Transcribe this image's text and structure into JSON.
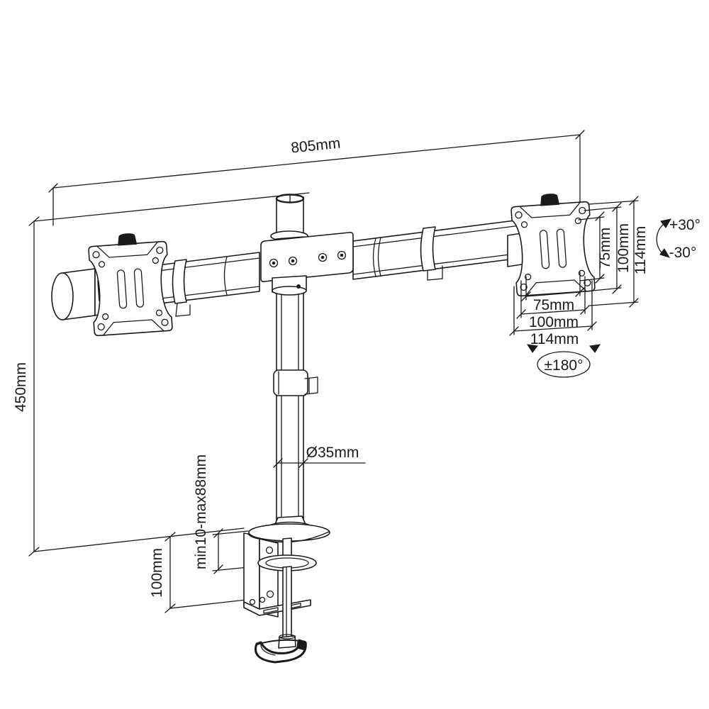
{
  "drawing": {
    "subject": "Dual monitor desk mount arm - dimensioned technical line drawing",
    "line_color": "#1a1a1a",
    "background_color": "#ffffff"
  },
  "dimensions": {
    "arm_width": {
      "label": "805mm"
    },
    "column_height": {
      "label": "450mm"
    },
    "clamp_height": {
      "label": "100mm"
    },
    "desk_thickness_range": {
      "label": "min10-max88mm"
    },
    "pole_diameter": {
      "label": "Ø35mm"
    },
    "vesa_vertical": {
      "labels": [
        "75mm",
        "100mm",
        "114mm"
      ]
    },
    "vesa_horizontal": {
      "labels": [
        "75mm",
        "100mm",
        "114mm"
      ]
    },
    "tilt": {
      "up": "+30°",
      "down": "-30°"
    },
    "rotation": {
      "label": "±180°"
    }
  }
}
